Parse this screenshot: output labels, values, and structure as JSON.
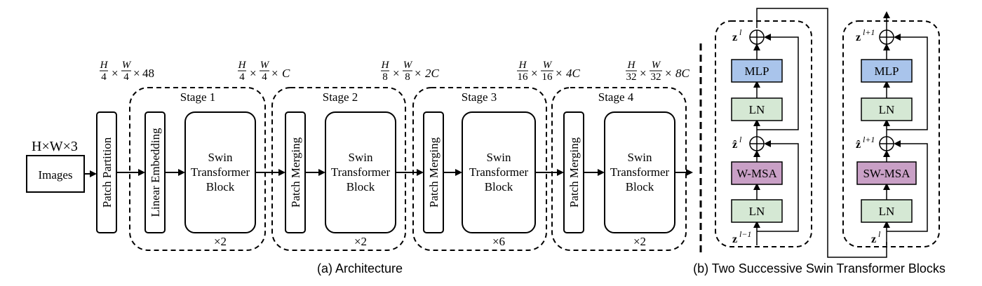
{
  "input": {
    "dims": "H×W×3",
    "images_label": "Images"
  },
  "patch_partition": {
    "label": "Patch Partition"
  },
  "dim_labels": {
    "after_partition": {
      "h": "H",
      "hd": "4",
      "w": "W",
      "wd": "4",
      "c": "48"
    },
    "stage1": {
      "h": "H",
      "hd": "4",
      "w": "W",
      "wd": "4",
      "c": "C"
    },
    "stage2": {
      "h": "H",
      "hd": "8",
      "w": "W",
      "wd": "8",
      "c": "2C"
    },
    "stage3": {
      "h": "H",
      "hd": "16",
      "w": "W",
      "wd": "16",
      "c": "4C"
    },
    "stage4": {
      "h": "H",
      "hd": "32",
      "w": "W",
      "wd": "32",
      "c": "8C"
    }
  },
  "stages": [
    {
      "title": "Stage 1",
      "entry": "Linear Embedding",
      "block": [
        "Swin",
        "Transformer",
        "Block"
      ],
      "repeat": "×2"
    },
    {
      "title": "Stage 2",
      "entry": "Patch Merging",
      "block": [
        "Swin",
        "Transformer",
        "Block"
      ],
      "repeat": "×2"
    },
    {
      "title": "Stage 3",
      "entry": "Patch Merging",
      "block": [
        "Swin",
        "Transformer",
        "Block"
      ],
      "repeat": "×6"
    },
    {
      "title": "Stage 4",
      "entry": "Patch Merging",
      "block": [
        "Swin",
        "Transformer",
        "Block"
      ],
      "repeat": "×2"
    }
  ],
  "captions": {
    "architecture": "(a) Architecture",
    "blocks": "(b) Two Successive Swin Transformer Blocks"
  },
  "blocks": [
    {
      "mlp": "MLP",
      "ln_top": "LN",
      "attention": "W-MSA",
      "ln_bottom": "LN",
      "z_out": {
        "base": "z",
        "sup": "l"
      },
      "z_hat": {
        "base": "ẑ",
        "sup": "l"
      },
      "z_in": {
        "base": "z",
        "sup": "l−1"
      }
    },
    {
      "mlp": "MLP",
      "ln_top": "LN",
      "attention": "SW-MSA",
      "ln_bottom": "LN",
      "z_out": {
        "base": "z",
        "sup": "l+1"
      },
      "z_hat": {
        "base": "ẑ",
        "sup": "l+1"
      },
      "z_in": {
        "base": "z",
        "sup": "l"
      }
    }
  ],
  "colors": {
    "mlp_fill": "#a9c4eb",
    "ln_fill": "#d5e8d4",
    "msa_fill": "#c9a0c6",
    "stroke": "#000000"
  }
}
